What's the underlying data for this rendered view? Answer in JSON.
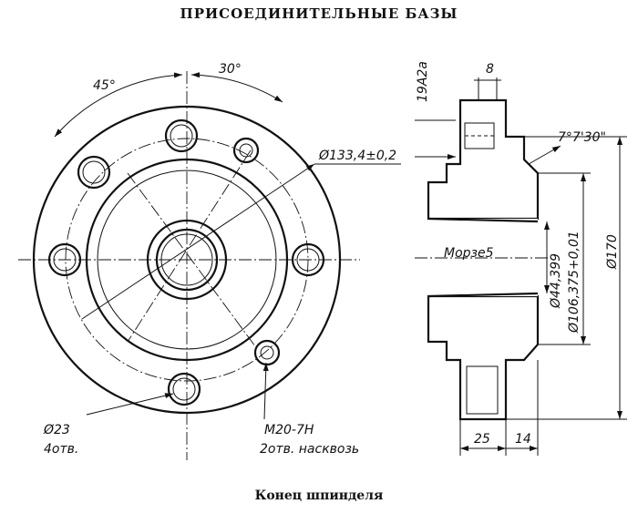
{
  "title": "ПРИСОЕДИНИТЕЛЬНЫЕ БАЗЫ",
  "caption": "Конец шпинделя",
  "front_view": {
    "angle_left": "45°",
    "angle_right": "30°",
    "diameter_bolt_circle": "Ø133,4±0,2",
    "hole_diameter": "Ø23",
    "hole_count": "4отв.",
    "thread": "M20-7H",
    "thread_note": "2отв. насквозь"
  },
  "section_view": {
    "roughness": "19А2а",
    "width_top": "8",
    "taper_angle": "7°7'30\"",
    "taper_label": "Морзе5",
    "d1": "Ø44,399",
    "d2": "Ø106,375+0,01",
    "d3": "Ø170",
    "len1": "25",
    "len2": "14"
  }
}
